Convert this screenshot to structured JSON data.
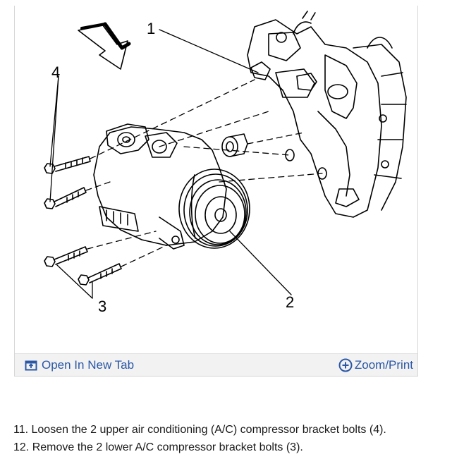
{
  "figure": {
    "callouts": {
      "c1": "1",
      "c2": "2",
      "c3": "3",
      "c4": "4"
    },
    "toolbar": {
      "open_tab_label": "Open In New Tab",
      "open_tab_icon": "open-external-icon",
      "zoom_label": "Zoom/Print",
      "zoom_icon": "plus-circle-icon",
      "link_color": "#2a57a6"
    }
  },
  "instructions": [
    "11. Loosen the 2 upper air conditioning (A/C) compressor bracket bolts (4).",
    "12. Remove the 2 lower A/C compressor bracket bolts (3)."
  ]
}
